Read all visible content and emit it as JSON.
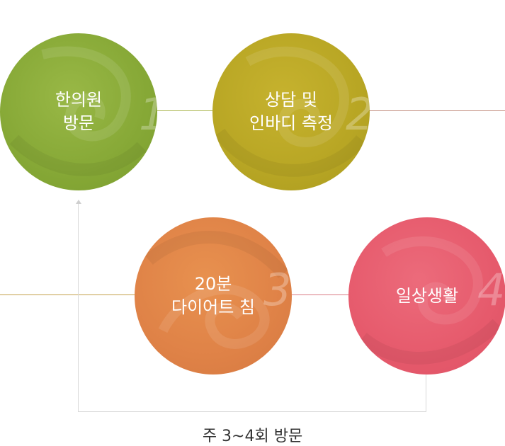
{
  "steps": [
    {
      "number": "1",
      "line1": "한의원",
      "line2": "방문",
      "color": "#8aac38"
    },
    {
      "number": "2",
      "line1": "상담 및",
      "line2": "인바디 측정",
      "color": "#b9a925"
    },
    {
      "number": "3",
      "line1": "20분",
      "line2": "다이어트 침",
      "color": "#e0834a"
    },
    {
      "number": "4",
      "line1": "일상생활",
      "line2": "",
      "color": "#e85c6f"
    }
  ],
  "caption": "주 3~4회 방문",
  "colors": {
    "connector_top": "#a8b44a",
    "connector_bottom_left": "#c3a04a",
    "connector_bottom_right": "#d87a85",
    "loop_line": "#d9d9d9"
  }
}
